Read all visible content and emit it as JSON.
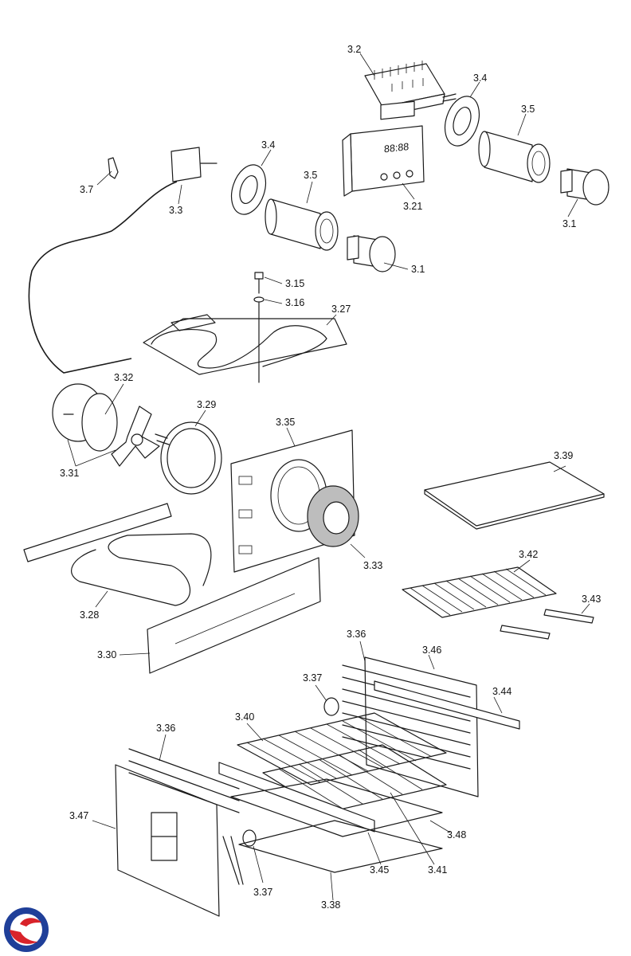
{
  "labels": {
    "p3_2": "3.2",
    "p3_4a": "3.4",
    "p3_4b": "3.4",
    "p3_5a": "3.5",
    "p3_5b": "3.5",
    "p3_7": "3.7",
    "p3_3": "3.3",
    "p3_21": "3.21",
    "p3_1a": "3.1",
    "p3_1b": "3.1",
    "p3_15": "3.15",
    "p3_16": "3.16",
    "p3_27": "3.27",
    "p3_32": "3.32",
    "p3_31": "3.31",
    "p3_29": "3.29",
    "p3_35": "3.35",
    "p3_39": "3.39",
    "p3_33": "3.33",
    "p3_42": "3.42",
    "p3_43": "3.43",
    "p3_28": "3.28",
    "p3_30": "3.30",
    "p3_36a": "3.36",
    "p3_46": "3.46",
    "p3_37a": "3.37",
    "p3_44": "3.44",
    "p3_40": "3.40",
    "p3_36b": "3.36",
    "p3_47": "3.47",
    "p3_48": "3.48",
    "p3_45": "3.45",
    "p3_41": "3.41",
    "p3_37b": "3.37",
    "p3_38": "3.38"
  },
  "timer_display": "88:88",
  "colors": {
    "logo_blue": "#1f3f99",
    "logo_red": "#d8232a"
  }
}
